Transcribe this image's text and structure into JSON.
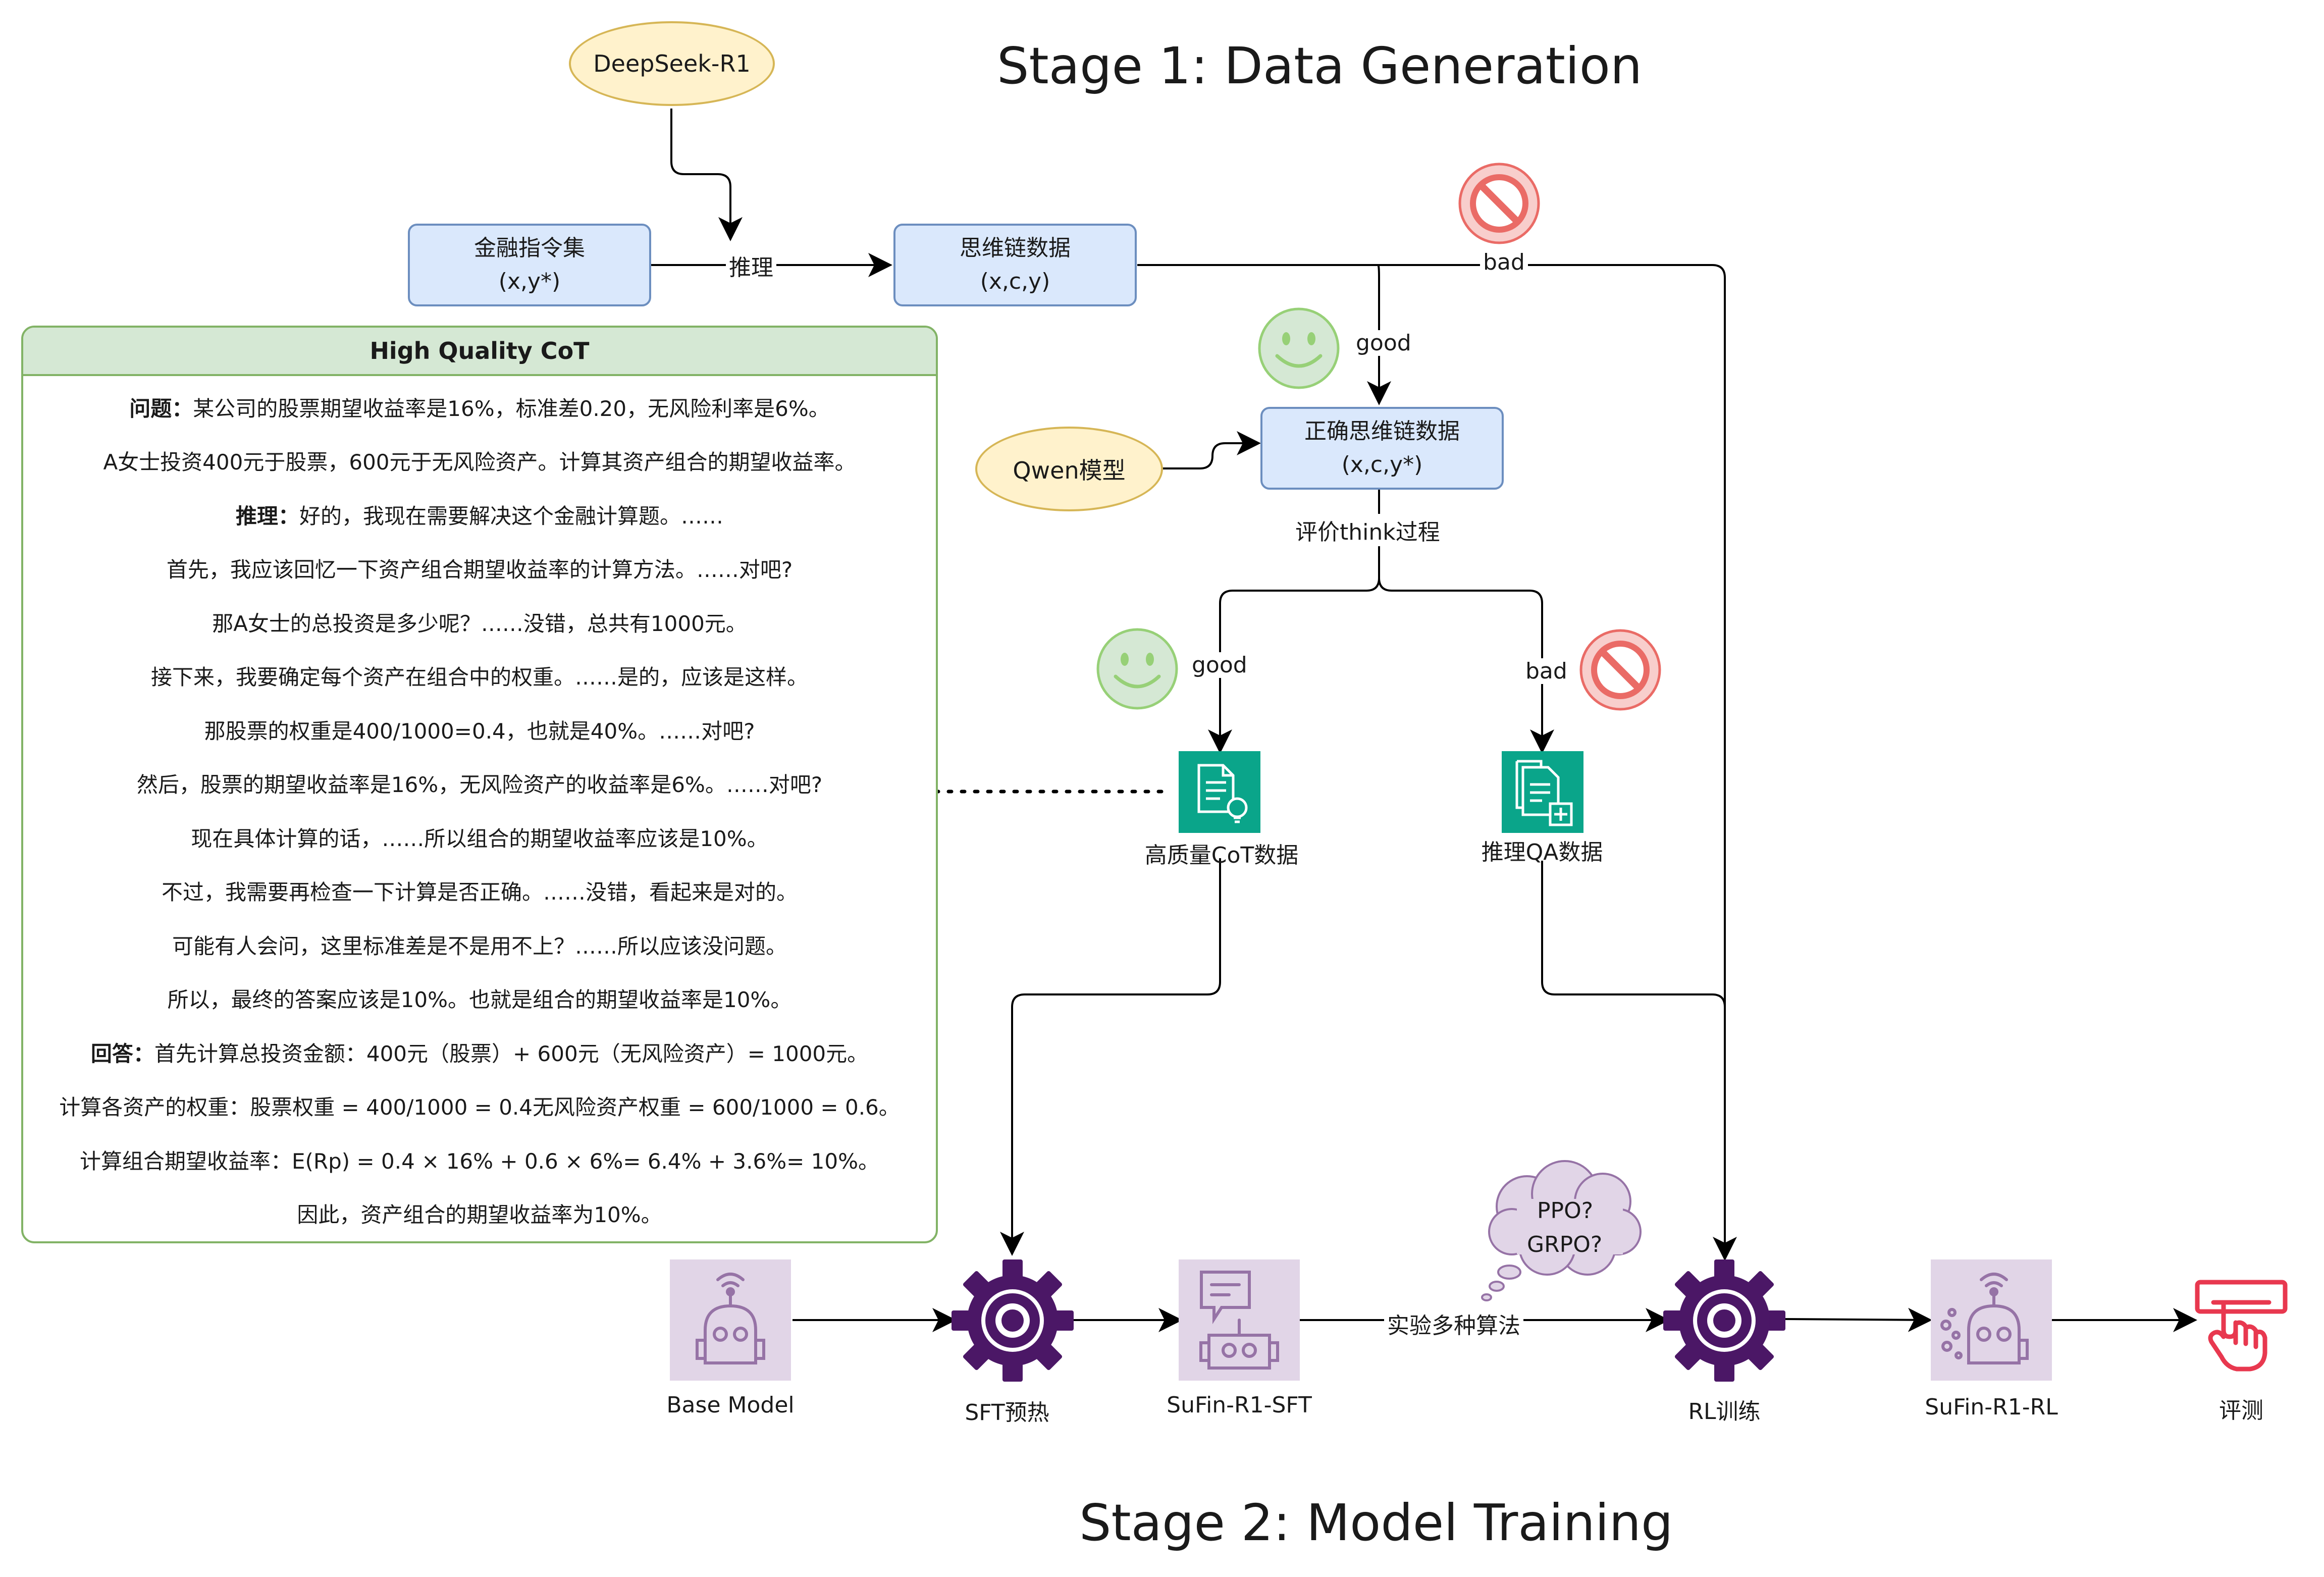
{
  "stage1_title": "Stage 1: Data Generation",
  "stage2_title": "Stage 2: Model Training",
  "nodes": {
    "deepseek": "DeepSeek-R1",
    "fin_instructions": {
      "line1": "金融指令集",
      "line2": "(x,y*)"
    },
    "cot_data": {
      "line1": "思维链数据",
      "line2": "(x,c,y)"
    },
    "correct_cot": {
      "line1": "正确思维链数据",
      "line2": "(x,c,y*)"
    },
    "qwen": "Qwen模型",
    "hq_cot_data": "高质量CoT数据",
    "reasoning_qa": "推理QA数据",
    "base_model": "Base Model",
    "sft_warmup": "SFT预热",
    "sufin_sft": "SuFin-R1-SFT",
    "rl_train": "RL训练",
    "sufin_rl": "SuFin-R1-RL",
    "eval": "评测"
  },
  "edge_labels": {
    "infer": "推理",
    "bad_top": "bad",
    "good_top": "good",
    "evaluate_think": "评价think过程",
    "good_left": "good",
    "bad_right": "bad",
    "multi_algo": "实验多种算法"
  },
  "cloud": {
    "line1": "PPO?",
    "line2": "GRPO?"
  },
  "cot_panel": {
    "title": "High Quality CoT",
    "lines": [
      {
        "bold": "问题：",
        "text": "某公司的股票期望收益率是16%，标准差0.20，无风险利率是6%。"
      },
      {
        "bold": "",
        "text": "A女士投资400元于股票，600元于无风险资产。计算其资产组合的期望收益率。"
      },
      {
        "bold": "推理：",
        "text": "好的，我现在需要解决这个金融计算题。……"
      },
      {
        "bold": "",
        "text": "首先，我应该回忆一下资产组合期望收益率的计算方法。……对吧?"
      },
      {
        "bold": "",
        "text": "那A女士的总投资是多少呢？……没错，总共有1000元。"
      },
      {
        "bold": "",
        "text": "接下来，我要确定每个资产在组合中的权重。……是的，应该是这样。"
      },
      {
        "bold": "",
        "text": "那股票的权重是400/1000=0.4，也就是40%。……对吧?"
      },
      {
        "bold": "",
        "text": "然后，股票的期望收益率是16%，无风险资产的收益率是6%。……对吧?"
      },
      {
        "bold": "",
        "text": "现在具体计算的话，……所以组合的期望收益率应该是10%。"
      },
      {
        "bold": "",
        "text": "不过，我需要再检查一下计算是否正确。……没错，看起来是对的。"
      },
      {
        "bold": "",
        "text": "可能有人会问，这里标准差是不是用不上？……所以应该没问题。"
      },
      {
        "bold": "",
        "text": "所以，最终的答案应该是10%。也就是组合的期望收益率是10%。"
      },
      {
        "bold": "回答：",
        "text": "首先计算总投资金额：400元（股票）+ 600元（无风险资产）= 1000元。"
      },
      {
        "bold": "",
        "text": "计算各资产的权重：股票权重 = 400/1000 = 0.4无风险资产权重 = 600/1000 = 0.6。"
      },
      {
        "bold": "",
        "text": "计算组合期望收益率：E(Rp) = 0.4 × 16% + 0.6 × 6%= 6.4% + 3.6%= 10%。"
      },
      {
        "bold": "",
        "text": "因此，资产组合的期望收益率为10%。"
      }
    ]
  },
  "colors": {
    "ellipse_fill": "#fff2cc",
    "ellipse_stroke": "#d6b656",
    "box_fill": "#dae8fc",
    "box_stroke": "#6c8ebf",
    "panel_header": "#d5e8d4",
    "panel_stroke": "#82b366",
    "teal": "#0aa58a",
    "gear": "#4b1766",
    "robot_bg": "#e1d5e7",
    "robot_stroke": "#9673a6",
    "smile": "#97d077",
    "forbidden": "#ea6b66",
    "eval_red": "#e8384f",
    "cloud_fill": "#e1d5e7"
  },
  "icons": {
    "good": "smiley-icon",
    "bad": "no-entry-icon",
    "doc": "document-bulb-icon",
    "doc_plus": "document-plus-icon",
    "gear": "gear-icon",
    "robot": "robot-icon",
    "eval": "hand-press-icon"
  }
}
